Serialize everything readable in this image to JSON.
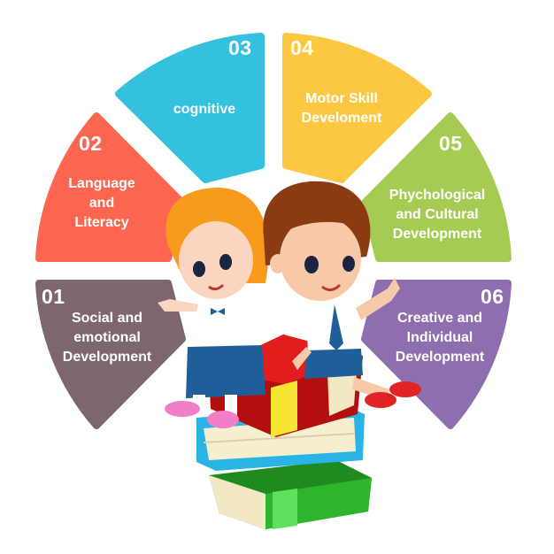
{
  "diagram": {
    "type": "circular-segment-wheel",
    "center_illustration": "two-school-children-sitting-on-stack-of-books",
    "segments": [
      {
        "number": "01",
        "label_lines": [
          "Social and",
          "emotional",
          "Development"
        ],
        "color": "#7e6670"
      },
      {
        "number": "02",
        "label_lines": [
          "Language",
          "and",
          "Literacy"
        ],
        "color": "#fc6650"
      },
      {
        "number": "03",
        "label_lines": [
          "cognitive"
        ],
        "color": "#33c1df"
      },
      {
        "number": "04",
        "label_lines": [
          "Motor Skill",
          "Develoment"
        ],
        "color": "#fcc841"
      },
      {
        "number": "05",
        "label_lines": [
          "Phychological",
          "and Cultural",
          "Development"
        ],
        "color": "#a6cb52"
      },
      {
        "number": "06",
        "label_lines": [
          "Creative and",
          "Individual",
          "Development"
        ],
        "color": "#8f6eb0"
      }
    ]
  }
}
